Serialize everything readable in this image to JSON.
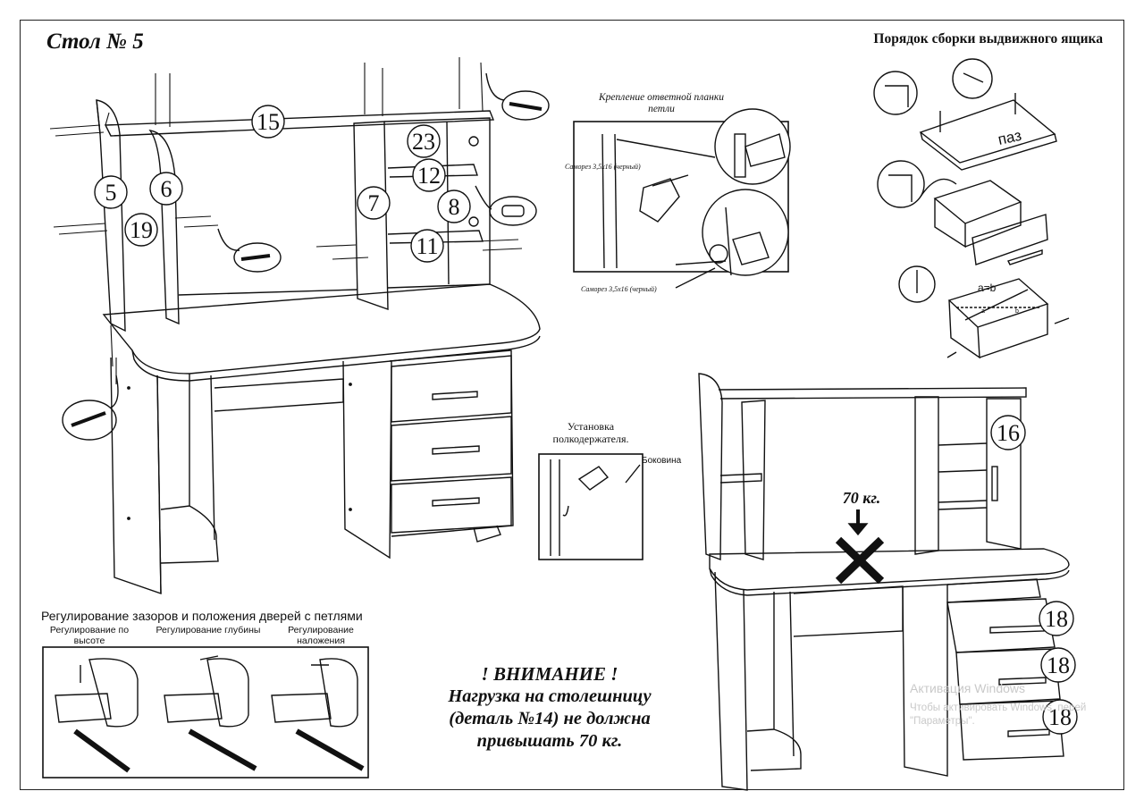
{
  "title": "Стол № 5",
  "subtitle": "Порядок сборки выдвижного ящика",
  "inset_hinge": {
    "caption": "Крепление ответной планки петли",
    "screw1": "Саморез 3,5х16 (черный)",
    "screw2": "Саморез 3,5х16 (черный)"
  },
  "shelf_holder": {
    "caption": "Установка полкодержателя.",
    "side_label": "Боковина"
  },
  "drawer_labels": {
    "groove": "паз",
    "diag": "a=b",
    "a": "a",
    "b": "b"
  },
  "hinge_adjust": {
    "title": "Регулирование зазоров и положения дверей с петлями",
    "items": [
      "Регулирование по высоте",
      "Регулирование глубины",
      "Регулирование наложения"
    ]
  },
  "warning": {
    "line1": "! ВНИМАНИЕ !",
    "line2": "Нагрузка на столешницу",
    "line3": "(деталь №14) не должна",
    "line4": "привышать 70 кг."
  },
  "load_label": "70 кг.",
  "part_numbers": {
    "p15": "15",
    "p23": "23",
    "p12": "12",
    "p5": "5",
    "p6": "6",
    "p7": "7",
    "p8": "8",
    "p19": "19",
    "p11": "11",
    "p16": "16",
    "p18a": "18",
    "p18b": "18",
    "p18c": "18"
  },
  "watermark": {
    "line1": "Активация Windows",
    "line2": "Чтобы активировать Windows, перей",
    "line3": "\"Параметры\"."
  }
}
